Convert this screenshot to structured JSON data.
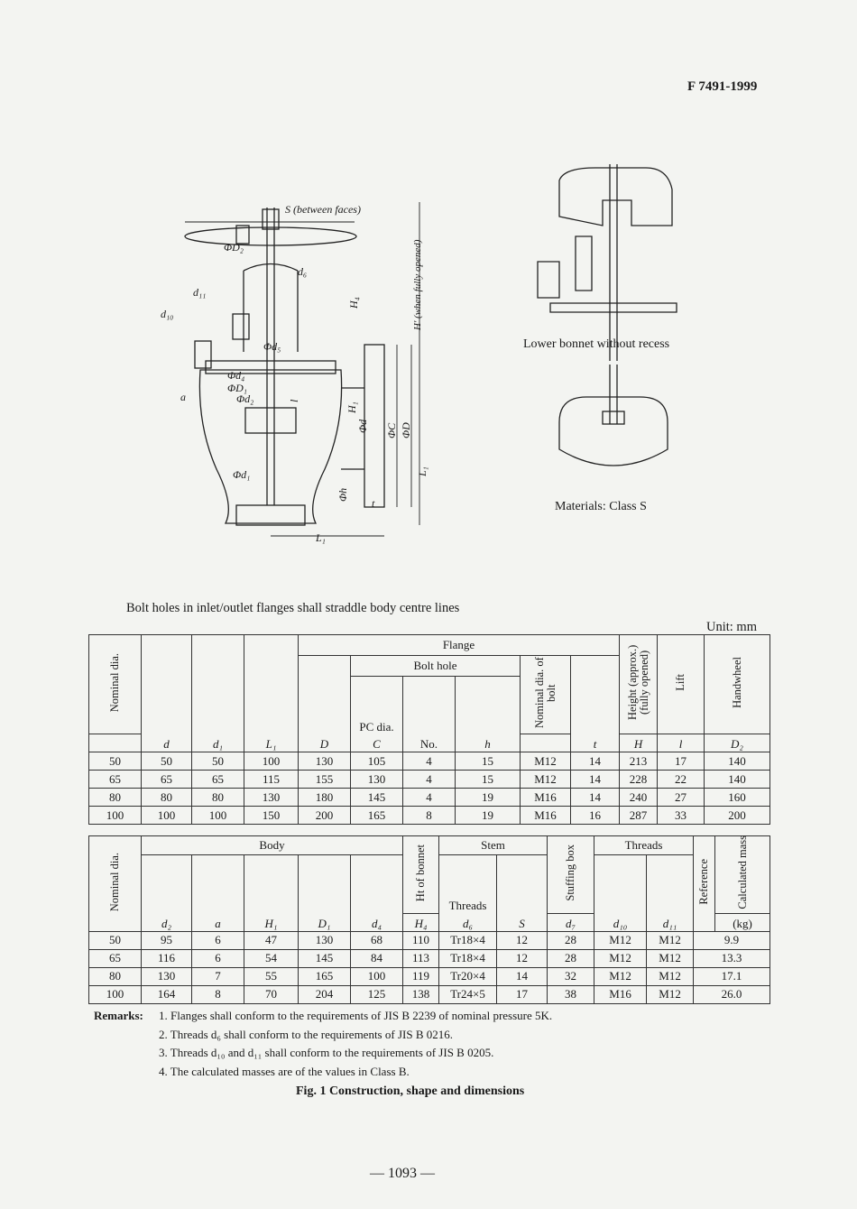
{
  "header": {
    "standard": "F 7491-1999"
  },
  "figure": {
    "labels": {
      "s_between_faces": "S (between faces)",
      "h_prime": "H' (when fully opened)",
      "lower_bonnet": "Lower bonnet without recess",
      "materials": "Materials: Class S",
      "phi_d2": "ΦD₂",
      "d6": "d₆",
      "d11": "d₁₁",
      "d10": "d₁₀",
      "h4": "H₄",
      "phi_d5": "Φd₅",
      "phi_d4": "Φd₄",
      "phi_d1": "ΦD₁",
      "phi_d2b": "Φd₂",
      "a": "a",
      "l": "l",
      "h1": "H₁",
      "phi_d": "Φd",
      "phi_c": "ΦC",
      "phi_D": "ΦD",
      "l1": "L₁",
      "phi_d1b": "Φd₁",
      "phi_h": "Φh",
      "t": "t",
      "L1": "L₁"
    }
  },
  "bolt_note": "Bolt holes in inlet/outlet flanges shall straddle body centre lines",
  "unit": "Unit: mm",
  "table1": {
    "headers": {
      "nominal": "Nominal dia.",
      "flange": "Flange",
      "bolt_hole": "Bolt hole",
      "pc_dia": "PC dia.",
      "nominal_bolt": "Nominal dia. of bolt",
      "height": "Height (approx.) (fully opened)",
      "lift": "Lift",
      "handwheel": "Handwheel",
      "d": "d",
      "d1": "d₁",
      "L1": "L₁",
      "D": "D",
      "C": "C",
      "no": "No.",
      "h": "h",
      "t": "t",
      "H": "H",
      "l": "l",
      "D2": "D₂"
    },
    "rows": [
      [
        "50",
        "50",
        "50",
        "100",
        "130",
        "105",
        "4",
        "15",
        "M12",
        "14",
        "213",
        "17",
        "140"
      ],
      [
        "65",
        "65",
        "65",
        "115",
        "155",
        "130",
        "4",
        "15",
        "M12",
        "14",
        "228",
        "22",
        "140"
      ],
      [
        "80",
        "80",
        "80",
        "130",
        "180",
        "145",
        "4",
        "19",
        "M16",
        "14",
        "240",
        "27",
        "160"
      ],
      [
        "100",
        "100",
        "100",
        "150",
        "200",
        "165",
        "8",
        "19",
        "M16",
        "16",
        "287",
        "33",
        "200"
      ]
    ]
  },
  "table2": {
    "headers": {
      "nominal": "Nominal dia.",
      "body": "Body",
      "ht_bonnet": "Ht of bonnet",
      "stem": "Stem",
      "stuffing": "Stuffing box",
      "threads_grp": "Threads",
      "reference": "Reference",
      "calc_mass": "Calculated mass",
      "threads": "Threads",
      "d2": "d₂",
      "a": "a",
      "H1": "H₁",
      "D1": "D₁",
      "d4": "d₄",
      "H4": "H₄",
      "d6": "d₆",
      "S": "S",
      "d7": "d₇",
      "d10": "d₁₀",
      "d11": "d₁₁",
      "kg": "(kg)"
    },
    "rows": [
      [
        "50",
        "95",
        "6",
        "47",
        "130",
        "68",
        "110",
        "Tr18×4",
        "12",
        "28",
        "M12",
        "M12",
        "9.9"
      ],
      [
        "65",
        "116",
        "6",
        "54",
        "145",
        "84",
        "113",
        "Tr18×4",
        "12",
        "28",
        "M12",
        "M12",
        "13.3"
      ],
      [
        "80",
        "130",
        "7",
        "55",
        "165",
        "100",
        "119",
        "Tr20×4",
        "14",
        "32",
        "M12",
        "M12",
        "17.1"
      ],
      [
        "100",
        "164",
        "8",
        "70",
        "204",
        "125",
        "138",
        "Tr24×5",
        "17",
        "38",
        "M16",
        "M12",
        "26.0"
      ]
    ]
  },
  "remarks": {
    "heading": "Remarks:",
    "items": [
      "1. Flanges shall conform to the requirements of JIS B 2239 of nominal pressure 5K.",
      "2. Threads d₆ shall conform to the requirements of JIS B 0216.",
      "3. Threads d₁₀ and d₁₁ shall conform to the requirements of JIS B 0205.",
      "4. The calculated masses are of the values in Class B."
    ]
  },
  "figure_caption": "Fig. 1   Construction, shape and dimensions",
  "page_number": "— 1093 —"
}
